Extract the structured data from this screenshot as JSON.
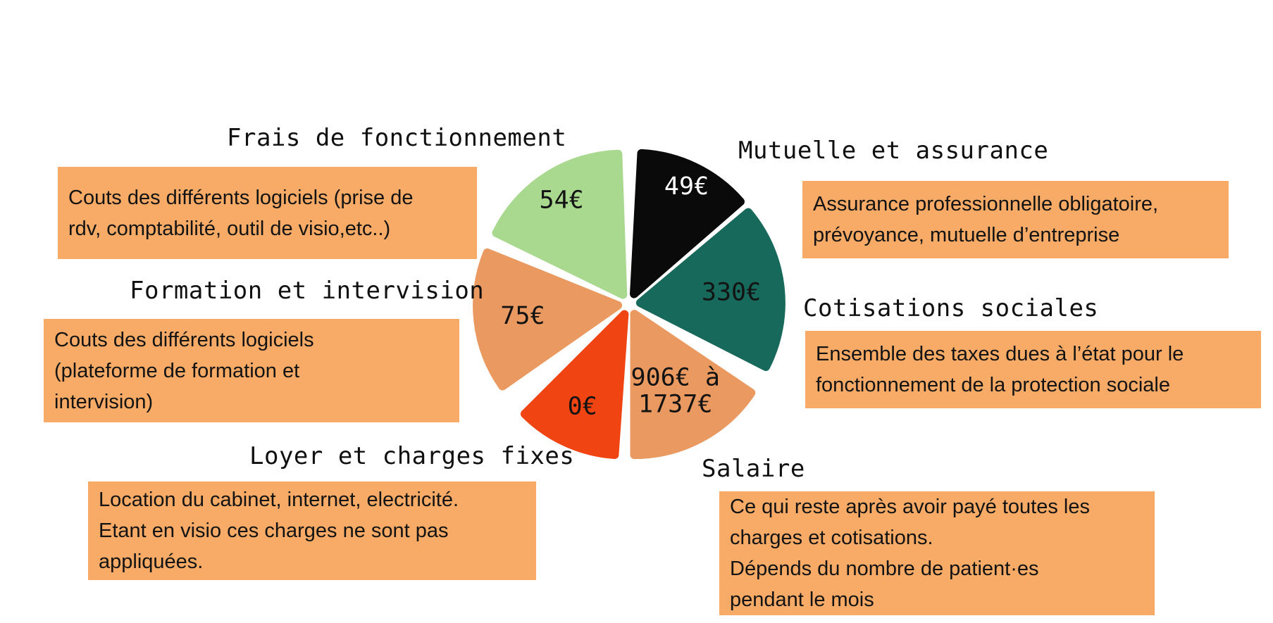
{
  "chart_data": {
    "type": "pie",
    "title": "",
    "style": "exploded",
    "currency": "EUR",
    "slices": [
      {
        "id": "frais-de-fonctionnement",
        "label": "Frais de fonctionnement",
        "value_label": "54€",
        "value": 54,
        "color": "#a8d98e",
        "text_color": "#131313",
        "start_deg": 296,
        "end_deg": 358,
        "label_r": 0.8
      },
      {
        "id": "mutuelle-et-assurance",
        "label": "Mutuelle et assurance",
        "value_label": "49€",
        "value": 49,
        "color": "#0a0a0a",
        "text_color": "#ffffff",
        "start_deg": 3,
        "end_deg": 49,
        "label_r": 0.85
      },
      {
        "id": "cotisations-sociales",
        "label": "Cotisations sociales",
        "value_label": "330€",
        "value": 330,
        "color": "#17695b",
        "text_color": "#131313",
        "start_deg": 50,
        "end_deg": 117,
        "label_r": 0.65
      },
      {
        "id": "salaire",
        "label": "Salaire",
        "value_label": "906€ à 1737€",
        "value_lines": [
          "906€ à",
          "1737€"
        ],
        "value_min": 906,
        "value_max": 1737,
        "color": "#ea9a60",
        "text_color": "#131313",
        "start_deg": 124,
        "end_deg": 180,
        "label_r": 0.62
      },
      {
        "id": "loyer-et-charges-fixes",
        "label": "Loyer et charges fixes",
        "value_label": "0€",
        "value": 0,
        "color": "#f04512",
        "text_color": "#131313",
        "start_deg": 184,
        "end_deg": 225,
        "label_r": 0.72
      },
      {
        "id": "formation-et-intervision",
        "label": "Formation et intervision",
        "value_label": "75€",
        "value": 75,
        "color": "#ea9a60",
        "text_color": "#131313",
        "start_deg": 235,
        "end_deg": 292,
        "label_r": 0.68
      }
    ],
    "legend_position": "none",
    "grid": false
  },
  "annotations": [
    {
      "id": "frais",
      "title": "Frais de fonctionnement",
      "lines": [
        "Couts des différents logiciels (prise de",
        "rdv, comptabilité, outil de visio,etc..)"
      ]
    },
    {
      "id": "formation",
      "title": "Formation et intervision",
      "lines": [
        "Couts des différents logiciels",
        "(plateforme de formation et",
        "intervision)"
      ]
    },
    {
      "id": "loyer",
      "title": "Loyer et charges fixes",
      "lines": [
        "Location du cabinet, internet, electricité.",
        "Etant en visio ces charges ne sont pas",
        "appliquées."
      ]
    },
    {
      "id": "mutuelle",
      "title": "Mutuelle et assurance",
      "lines": [
        "Assurance professionnelle obligatoire,",
        "prévoyance, mutuelle d’entreprise"
      ]
    },
    {
      "id": "cotisations",
      "title": "Cotisations sociales",
      "lines": [
        "Ensemble des taxes dues à l’état pour le",
        "fonctionnement de la protection sociale"
      ]
    },
    {
      "id": "salaire",
      "title": "Salaire",
      "lines": [
        "Ce qui reste après avoir payé toutes les",
        "charges et cotisations.",
        "Dépends du nombre de patient·es",
        "pendant le mois"
      ]
    }
  ],
  "colors": {
    "background": "#ffffff",
    "box_background": "#f8ab66",
    "title_text": "#101010",
    "body_text": "#131313"
  }
}
